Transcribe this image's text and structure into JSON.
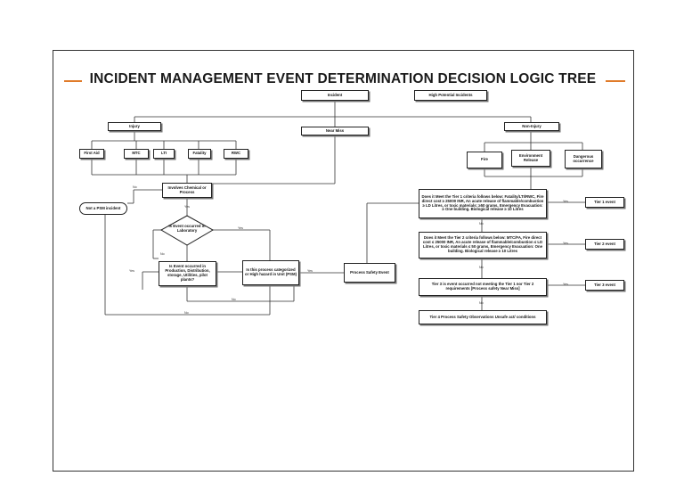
{
  "title": "INCIDENT MANAGEMENT EVENT DETERMINATION DECISION LOGIC TREE",
  "colors": {
    "accent": "#e07b2a",
    "border": "#222222"
  },
  "nodes": {
    "incident": "Incident",
    "high_potential": "High Potential Incidents",
    "injury": "Injury",
    "near_miss": "Near Miss",
    "non_injury": "Non-Injury",
    "first_aid": "First Aid",
    "mtc": "MTC",
    "lti": "LTI",
    "fatality": "Fatality",
    "rwc": "RWC",
    "fire": "Fire",
    "env_release": "Environment Release",
    "dangerous": "Dangerous occurrence",
    "involves": "Involves Chemical or Process",
    "not_psm": "Not a PSM incident",
    "lab_q": "Is Event occurred in Laboratory",
    "prod_q": "Is Event occurred in Production, Distribution, storage, Utilities, pilot plants?",
    "process_q": "Is this process categorized or High hazard in Unit (PSM)",
    "pse": "Process Safety Event",
    "tier1_q": "Does it Meet the Tier 1 criteria follows below: Fatality/LTI/RWC, Fire direct cost ≥ 25000 INR, An acute release of flammable/combustion ≥ LD Litres, or toxic materials: ≥50 grams, Emergency Evacuation: ≥ One building. Biological release ≥ 10 Litres",
    "tier2_q": "Does it Meet the Tier 2 criteria follows below: MTC/FA, Fire direct cost ≤ 25000 INR, An acute release of flammable/combustion ≤ LD Litres, or toxic materials ≤ 50 grams, Emergency Evacuation: One building. Biological release ≥ 10 Litres",
    "tier3_q": "Tier 3 is event occurred not meeting the Tier 1 nor Tier 2 requirements [Process safety Near Miss]",
    "tier4": "Tier 4 Process Safety Observations Unsafe act/ conditions",
    "tier1_event": "Tier 1 event",
    "tier2_event": "Tier 2 event",
    "tier3_event": "Tier 3 event"
  },
  "edge_labels": {
    "no": "No",
    "yes": "Yes"
  }
}
